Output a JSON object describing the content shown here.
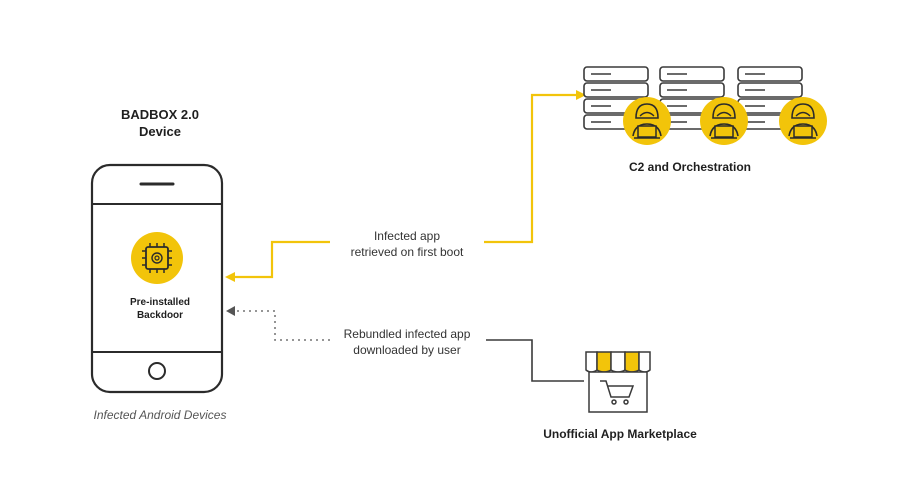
{
  "device": {
    "title_line1": "BADBOX 2.0",
    "title_line2": "Device",
    "chip_label_line1": "Pre-installed",
    "chip_label_line2": "Backdoor",
    "caption": "Infected Android Devices"
  },
  "edges": {
    "c2_line1": "Infected app",
    "c2_line2": "retrieved on first boot",
    "market_line1": "Rebundled infected app",
    "market_line2": "downloaded by user"
  },
  "nodes": {
    "c2_label": "C2 and Orchestration",
    "market_label": "Unofficial App Marketplace"
  },
  "colors": {
    "accent": "#F2C40A",
    "line_dark": "#3a3a3a",
    "dotted": "#888888"
  }
}
